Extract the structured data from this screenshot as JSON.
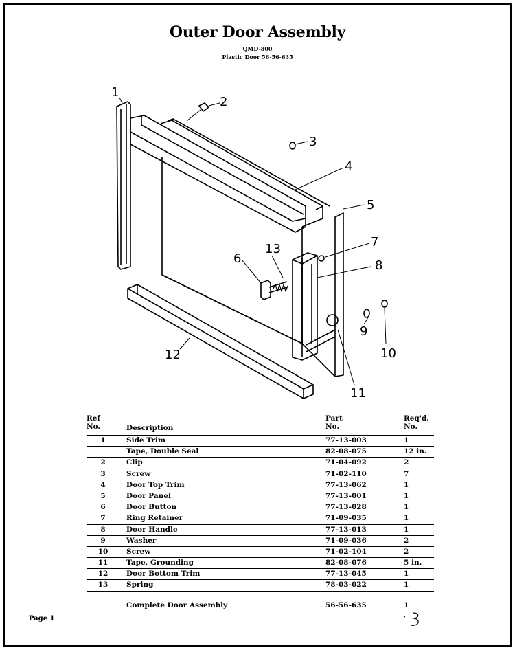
{
  "header": {
    "title": "Outer Door Assembly",
    "model": "QMD-800",
    "subtitle": "Plastic Door 56-56-635"
  },
  "diagram": {
    "callouts": [
      "1",
      "2",
      "3",
      "4",
      "5",
      "6",
      "7",
      "8",
      "9",
      "10",
      "11",
      "12",
      "13"
    ]
  },
  "table": {
    "headers": {
      "ref": [
        "Ref",
        "No."
      ],
      "description": "Description",
      "part": [
        "Part",
        "No."
      ],
      "qty": [
        "Req'd.",
        "No."
      ]
    },
    "rows": [
      {
        "ref": "1",
        "description": "Side Trim",
        "part": "77-13-003",
        "qty": "1"
      },
      {
        "ref": "",
        "description": "Tape, Double Seal",
        "part": "82-08-075",
        "qty": "12 in."
      },
      {
        "ref": "2",
        "description": "Clip",
        "part": "71-04-092",
        "qty": "2"
      },
      {
        "ref": "3",
        "description": "Screw",
        "part": "71-02-110",
        "qty": "7"
      },
      {
        "ref": "4",
        "description": "Door Top Trim",
        "part": "77-13-062",
        "qty": "1"
      },
      {
        "ref": "5",
        "description": "Door Panel",
        "part": "77-13-001",
        "qty": "1"
      },
      {
        "ref": "6",
        "description": "Door Button",
        "part": "77-13-028",
        "qty": "1"
      },
      {
        "ref": "7",
        "description": "Ring Retainer",
        "part": "71-09-035",
        "qty": "1"
      },
      {
        "ref": "8",
        "description": "Door Handle",
        "part": "77-13-013",
        "qty": "1"
      },
      {
        "ref": "9",
        "description": "Washer",
        "part": "71-09-036",
        "qty": "2"
      },
      {
        "ref": "10",
        "description": "Screw",
        "part": "71-02-104",
        "qty": "2"
      },
      {
        "ref": "11",
        "description": "Tape, Grounding",
        "part": "82-08-076",
        "qty": "5 in."
      },
      {
        "ref": "12",
        "description": "Door Bottom Trim",
        "part": "77-13-045",
        "qty": "1"
      },
      {
        "ref": "13",
        "description": "Spring",
        "part": "78-03-022",
        "qty": "1"
      }
    ],
    "complete": {
      "description": "Complete Door Assembly",
      "part": "56-56-635",
      "qty": "1"
    }
  },
  "footer": {
    "page": "Page 1"
  }
}
